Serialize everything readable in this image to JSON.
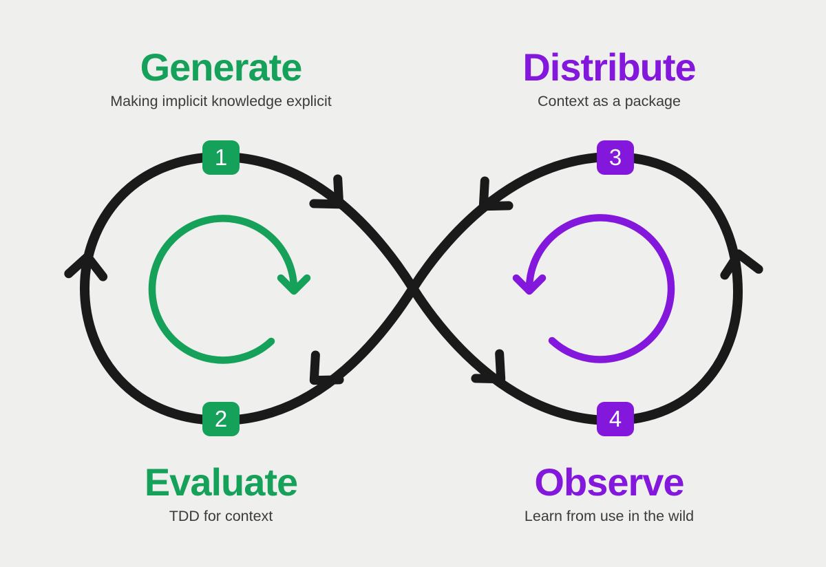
{
  "colors": {
    "bg": "#EFEFED",
    "ink": "#1A1A1A",
    "green": "#16A15A",
    "purple": "#8417DC",
    "subtitle": "#3B3B3B",
    "badge_text": "#FFFFFF"
  },
  "stages": [
    {
      "number": "1",
      "title": "Generate",
      "subtitle": "Making implicit knowledge explicit",
      "color": "green",
      "position": "top-left"
    },
    {
      "number": "2",
      "title": "Evaluate",
      "subtitle": "TDD for context",
      "color": "green",
      "position": "bottom-left"
    },
    {
      "number": "3",
      "title": "Distribute",
      "subtitle": "Context as a package",
      "color": "purple",
      "position": "top-right"
    },
    {
      "number": "4",
      "title": "Observe",
      "subtitle": "Learn from use in the wild",
      "color": "purple",
      "position": "bottom-right"
    }
  ],
  "cycles": {
    "left_direction": "clockwise",
    "right_direction": "counter-clockwise"
  }
}
